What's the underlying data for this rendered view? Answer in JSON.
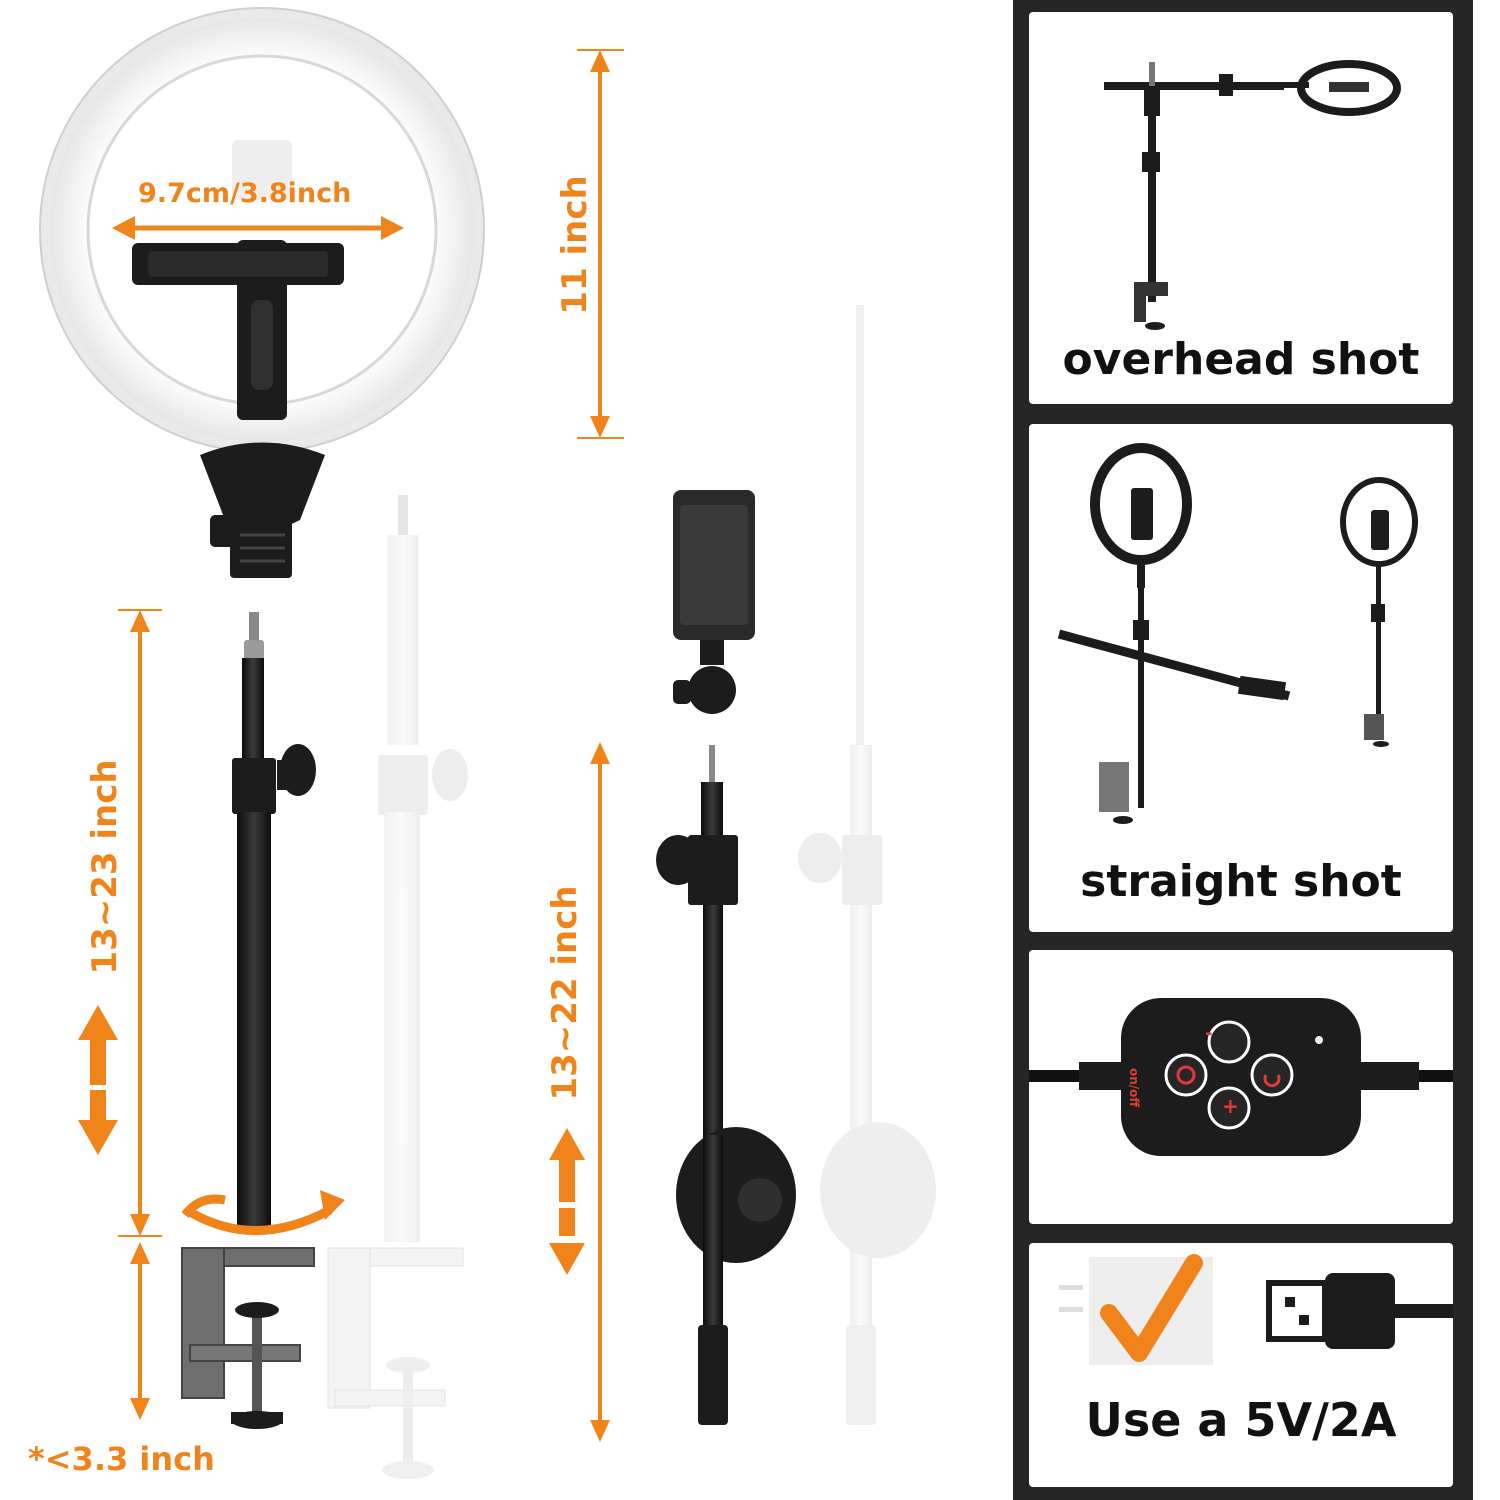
{
  "dimensions": {
    "phone_clamp_width": "9.7cm/3.8inch",
    "ring_height": "11 inch",
    "pole_height": "13~23 inch",
    "boom_height": "13~22 inch",
    "clamp_opening": "*<3.3 inch"
  },
  "panels": {
    "overhead": {
      "caption": "overhead shot"
    },
    "straight": {
      "caption": "straight shot"
    },
    "remote": {
      "labels": [
        "on/off",
        "-",
        "+"
      ]
    },
    "power": {
      "caption": "Use a 5V/2A"
    }
  },
  "colors": {
    "accent_orange": "#f0841a",
    "panel_background": "#262626",
    "device_black": "#1c1c1c"
  },
  "icons": [
    "ring-light-icon",
    "phone-holder-icon",
    "desk-clamp-icon",
    "ball-head-icon",
    "remote-controller-icon",
    "power-adapter-icon",
    "usb-plug-icon",
    "checkmark-icon",
    "rotate-arrow-icon",
    "double-arrow-icon"
  ]
}
